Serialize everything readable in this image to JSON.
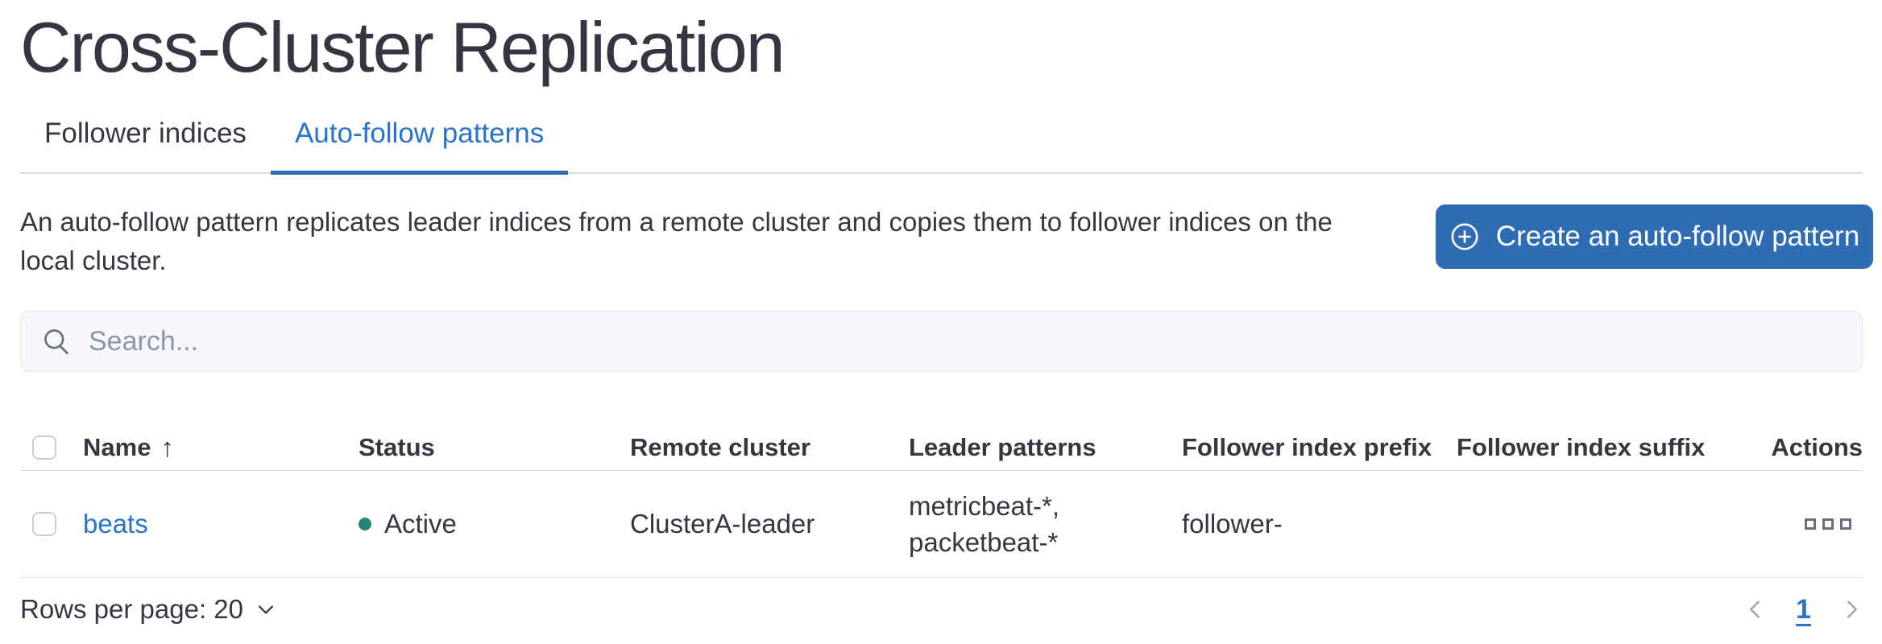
{
  "page": {
    "title": "Cross-Cluster Replication"
  },
  "tabs": [
    {
      "label": "Follower indices",
      "active": false
    },
    {
      "label": "Auto-follow patterns",
      "active": true
    }
  ],
  "description": {
    "line1": "An auto-follow pattern replicates leader indices from a remote cluster and copies them to follower indices on the",
    "line2": "local cluster."
  },
  "create_button": {
    "label": "Create an auto-follow pattern",
    "icon": "plus-in-circle-icon"
  },
  "search": {
    "placeholder": "Search...",
    "value": "",
    "icon": "search-icon"
  },
  "table": {
    "columns": [
      "Name",
      "Status",
      "Remote cluster",
      "Leader patterns",
      "Follower index prefix",
      "Follower index suffix",
      "Actions"
    ],
    "sort": {
      "column": "Name",
      "direction": "ascending",
      "arrow": "↑"
    },
    "rows": [
      {
        "name": "beats",
        "status": "Active",
        "remote_cluster": "ClusterA-leader",
        "leader_patterns_line1": "metricbeat-*,",
        "leader_patterns_line2": "packetbeat-*",
        "follower_index_prefix": "follower-",
        "follower_index_suffix": "",
        "actions_icon": "boxes-horizontal-icon"
      }
    ]
  },
  "footer": {
    "rows_per_page_label": "Rows per page: 20",
    "rows_per_page_icon": "chevron-down-icon",
    "pagination": {
      "prev_icon": "chevron-left-icon",
      "current_page": "1",
      "next_icon": "chevron-right-icon"
    }
  },
  "colors": {
    "accent_blue": "#2e6cb3",
    "link_blue": "#2873cc",
    "text_dark": "#343741",
    "status_green": "#2b8276",
    "divider_gray": "#d3dae6",
    "search_bg": "#f6f7fb"
  }
}
